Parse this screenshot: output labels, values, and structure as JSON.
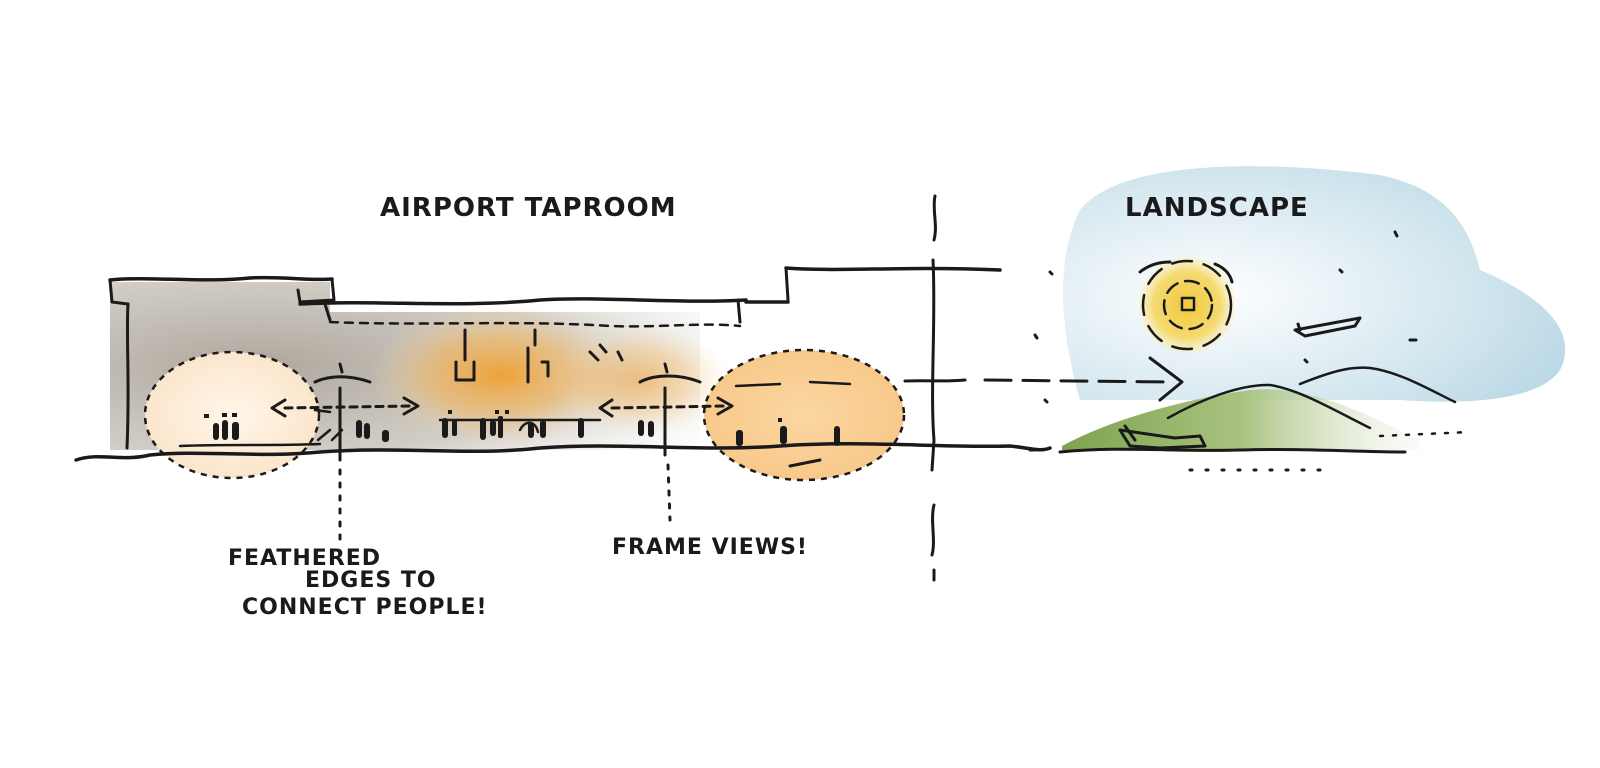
{
  "labels": {
    "taproom": "AIRPORT TAPROOM",
    "landscape": "LANDSCAPE",
    "feathered_line1": "FEATHERED",
    "feathered_line2": "EDGES TO",
    "feathered_line3": "CONNECT PEOPLE!",
    "frame_views": "FRAME VIEWS!"
  },
  "colors": {
    "building_gray": "#b7b0a6",
    "warm_orange": "#f2a33a",
    "pale_peach": "#fbe7cf",
    "sky_blue": "#b9d8e6",
    "sun_yellow": "#f3d55a",
    "hill_green": "#8fae62",
    "ink": "#1a1a1a"
  }
}
